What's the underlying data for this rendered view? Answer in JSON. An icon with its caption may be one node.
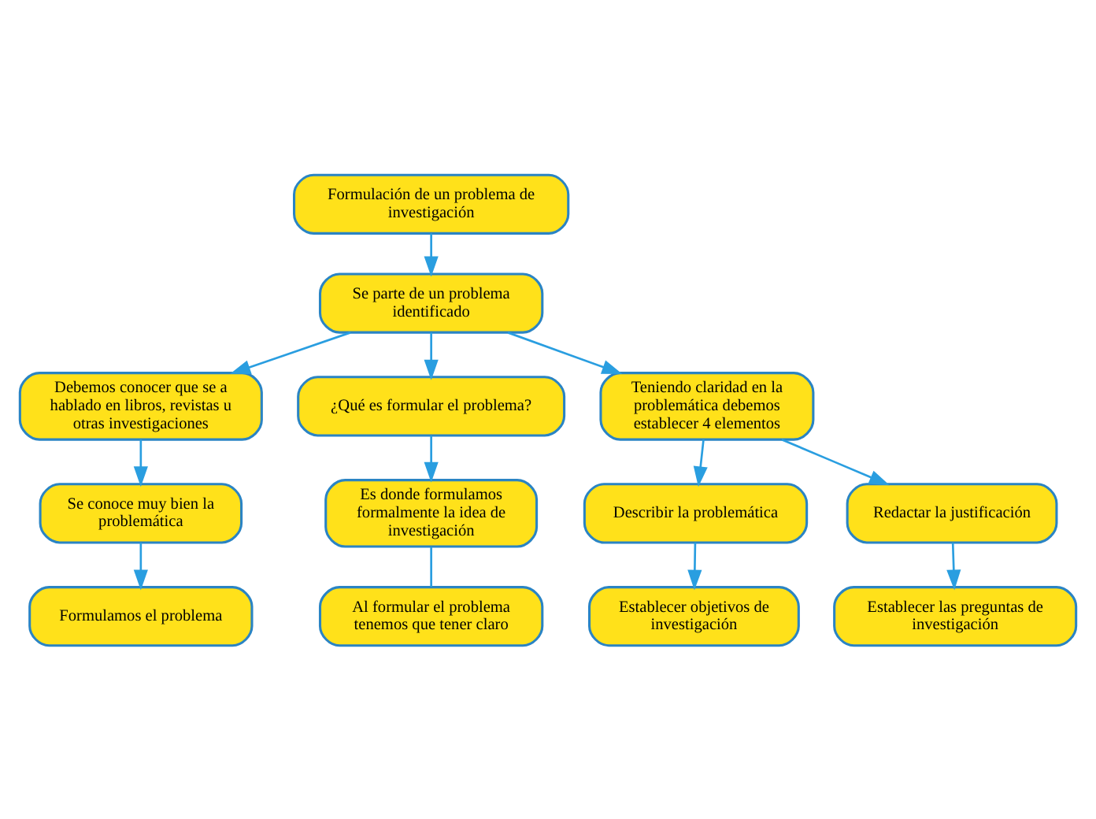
{
  "diagram": {
    "nodes": [
      {
        "text": [
          "Formulación de un problema de investigación"
        ]
      },
      {
        "text": [
          "Se parte de un problema identificado"
        ]
      },
      {
        "text": [
          "Debemos conocer que se a hablado en libros, revistas u otras investigaciones"
        ]
      },
      {
        "text": [
          "Se conoce muy bien la problemática"
        ]
      },
      {
        "text": [
          "Formulamos el problema"
        ]
      },
      {
        "text": [
          "¿Qué es formular el problema?"
        ]
      },
      {
        "text": [
          "Es donde formulamos formalmente la idea de investigación"
        ]
      },
      {
        "text": [
          "Al formular el problema tenemos que tener claro"
        ]
      },
      {
        "text": [
          "Teniendo claridad en la problemática debemos establecer 4 elementos"
        ]
      },
      {
        "text": [
          "Describir la problemática"
        ]
      },
      {
        "text": [
          "Redactar la justificación"
        ]
      },
      {
        "text": [
          "Establecer objetivos de investigación"
        ]
      },
      {
        "text": [
          "Establecer las preguntas de investigación"
        ]
      }
    ],
    "edges": [
      {
        "from": 0,
        "to": 1,
        "arrow": "to"
      },
      {
        "from": 1,
        "to": 2,
        "arrow": "to"
      },
      {
        "from": 1,
        "to": 5,
        "arrow": "to"
      },
      {
        "from": 1,
        "to": 8,
        "arrow": "to"
      },
      {
        "from": 2,
        "to": 3,
        "arrow": "to"
      },
      {
        "from": 3,
        "to": 4,
        "arrow": "to"
      },
      {
        "from": 5,
        "to": 6,
        "arrow": "to"
      },
      {
        "from": 6,
        "to": 7,
        "arrow": "none"
      },
      {
        "from": 8,
        "to": 9,
        "arrow": "to"
      },
      {
        "from": 8,
        "to": 10,
        "arrow": "to"
      },
      {
        "from": 9,
        "to": 11,
        "arrow": "to"
      },
      {
        "from": 10,
        "to": 12,
        "arrow": "to"
      }
    ]
  }
}
